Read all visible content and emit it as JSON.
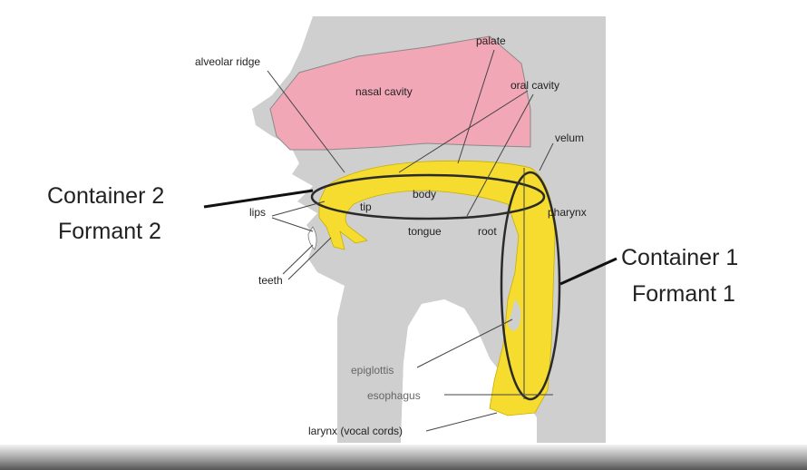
{
  "colors": {
    "background_panel": "#cfcfcf",
    "nasal_cavity": "#f2a7b7",
    "vocal_tract": "#f6dc2e",
    "outline": "#2b2b2b"
  },
  "labels": {
    "alveolar_ridge": "alveolar ridge",
    "palate": "palate",
    "nasal_cavity": "nasal cavity",
    "oral_cavity": "oral cavity",
    "velum": "velum",
    "body": "body",
    "lips": "lips",
    "tongue": "tongue",
    "root": "root",
    "pharynx": "pharynx",
    "teeth": "teeth",
    "epiglottis": "epiglottis",
    "esophagus": "esophagus",
    "larynx": "larynx (vocal cords)",
    "tip": "tip"
  },
  "annotations": {
    "container2_line1": "Container 2",
    "container2_line2": "Formant 2",
    "container1_line1": "Container 1",
    "container1_line2": "Formant 1"
  }
}
